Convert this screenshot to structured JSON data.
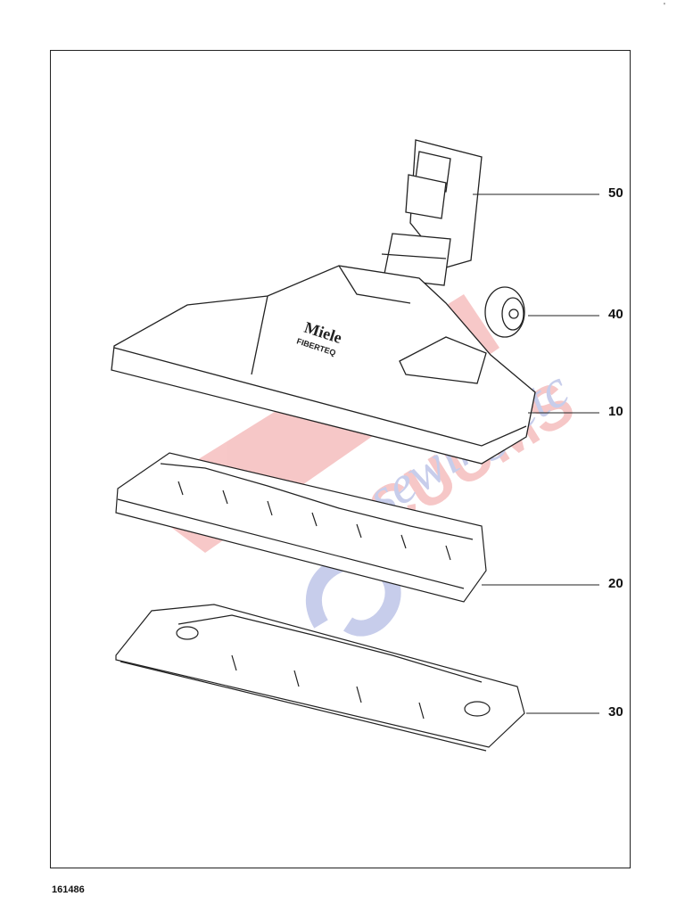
{
  "diagram": {
    "parts": [
      {
        "id": "nozzle",
        "callout": "50"
      },
      {
        "id": "wheel",
        "callout": "40"
      },
      {
        "id": "housing",
        "callout": "10"
      },
      {
        "id": "chassis",
        "callout": "20"
      },
      {
        "id": "sole-plate",
        "callout": "30"
      }
    ],
    "housing_brand": "Miele",
    "housing_model": "FIBERTEQ",
    "watermark": "VACUUMS R-US AND sewing etc"
  },
  "drawing_number": "161486",
  "corner_mark": "'",
  "colors": {
    "line": "#222222",
    "watermark_red": "#e23a3a",
    "watermark_blue": "#3a4fb8"
  }
}
